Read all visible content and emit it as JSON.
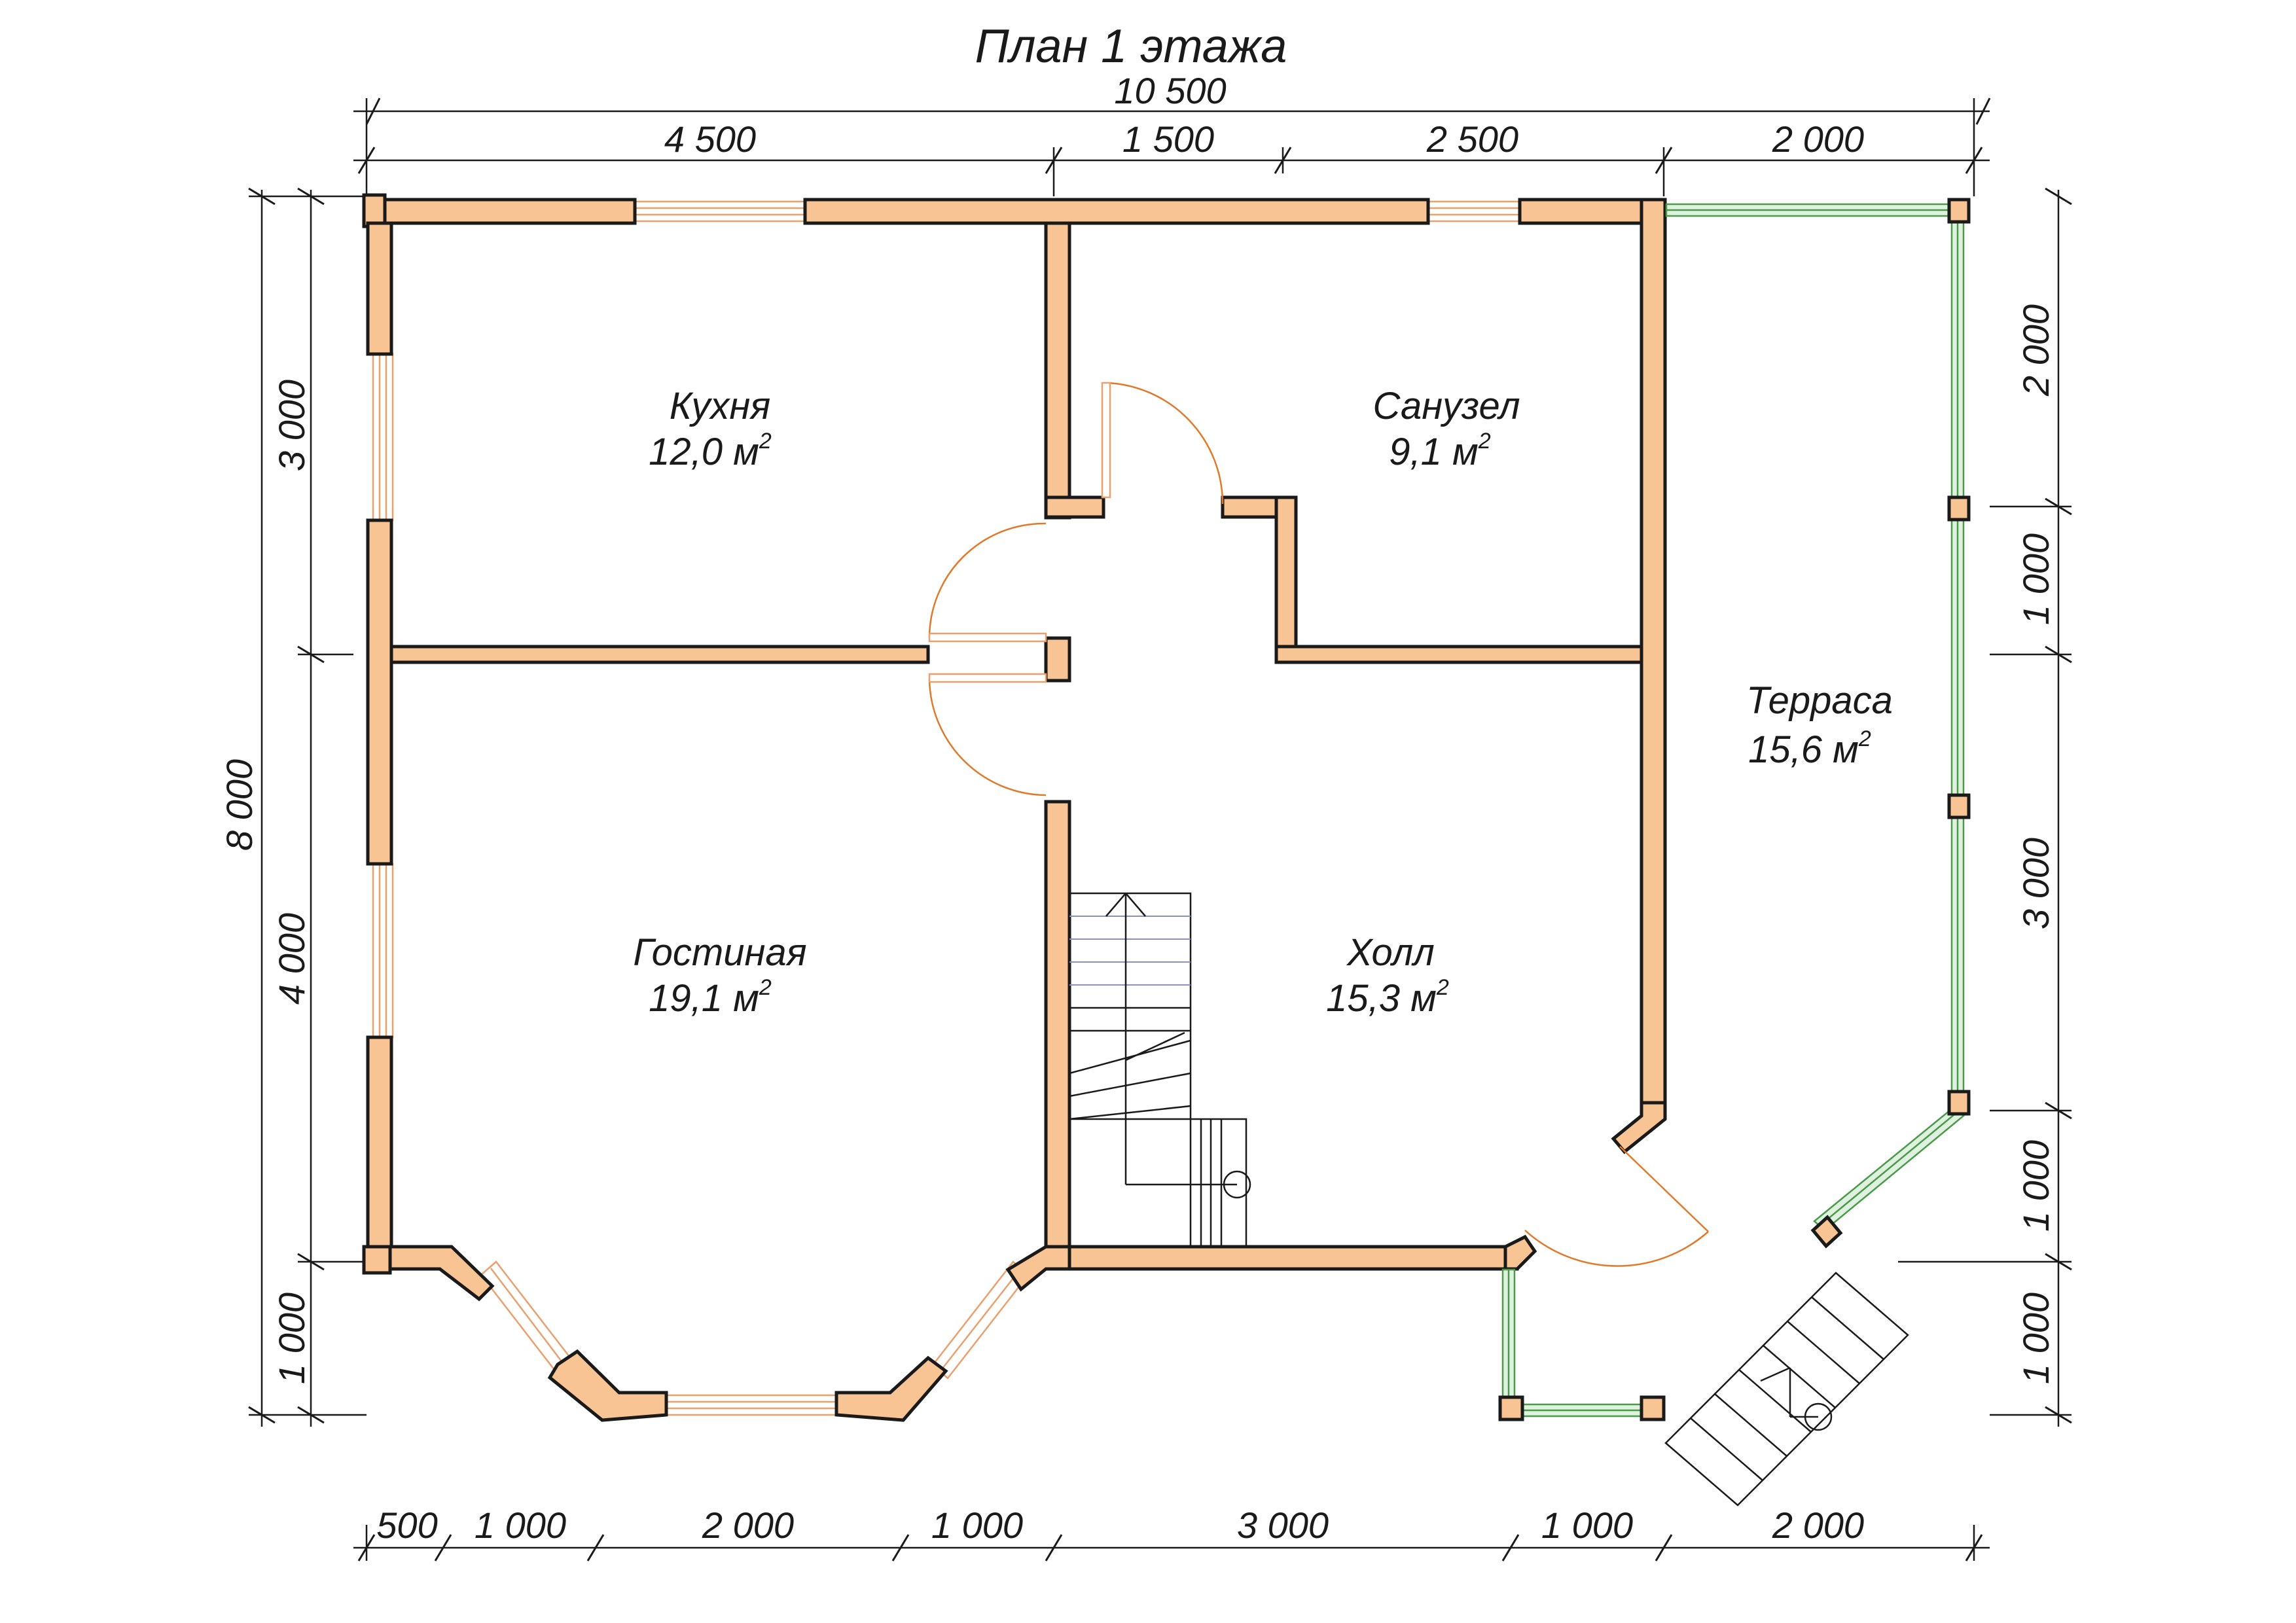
{
  "title": "План 1 этажа",
  "rooms": [
    {
      "name": "Кухня",
      "area": "12,0 м",
      "sup": "2"
    },
    {
      "name": "Санузел",
      "area": "9,1 м",
      "sup": "2"
    },
    {
      "name": "Терраса",
      "area": "15,6 м",
      "sup": "2"
    },
    {
      "name": "Гостиная",
      "area": "19,1 м",
      "sup": "2"
    },
    {
      "name": "Холл",
      "area": "15,3 м",
      "sup": "2"
    }
  ],
  "dimensions": {
    "top_total": "10 500",
    "top": [
      "4 500",
      "1 500",
      "2 500",
      "2 000"
    ],
    "bottom": [
      "500",
      "1 000",
      "2 000",
      "1 000",
      "3 000",
      "1 000",
      "2 000"
    ],
    "left_total": "8 000",
    "left": [
      "3 000",
      "4 000",
      "1 000"
    ],
    "right": [
      "2 000",
      "1 000",
      "3 000",
      "1 000",
      "1 000"
    ]
  },
  "colors": {
    "wall_fill": "#f8c493",
    "outline": "#1a1a1a",
    "window_frame": "#e9a06d",
    "door_swing": "#e07a2a",
    "terrace_glazing": "#4a9a4a"
  }
}
